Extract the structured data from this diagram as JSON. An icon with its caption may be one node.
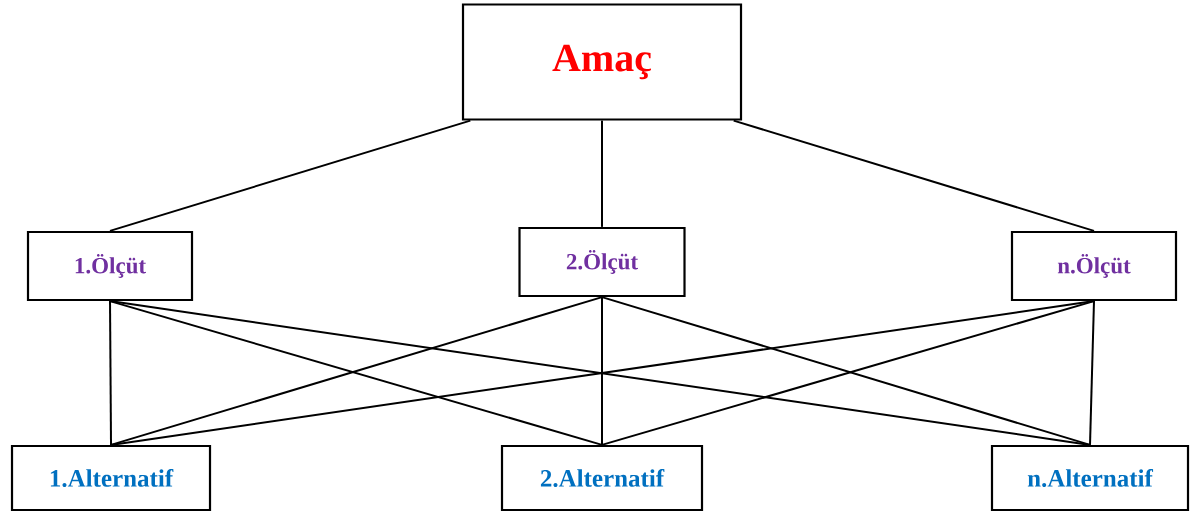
{
  "diagram": {
    "nodes": [
      {
        "text": [
          "Amaç"
        ]
      },
      {
        "text": [
          "1.Ölçüt"
        ]
      },
      {
        "text": [
          "2.Ölçüt"
        ]
      },
      {
        "text": [
          "n.Ölçüt"
        ]
      },
      {
        "text": [
          "1.Alternatif"
        ]
      },
      {
        "text": [
          "2.Alternatif"
        ]
      },
      {
        "text": [
          "n.Alternatif"
        ]
      }
    ],
    "edges": [
      {
        "from": 0,
        "to": 1,
        "arrow": "none"
      },
      {
        "from": 0,
        "to": 2,
        "arrow": "none"
      },
      {
        "from": 0,
        "to": 3,
        "arrow": "none"
      },
      {
        "from": 1,
        "to": 4,
        "arrow": "none"
      },
      {
        "from": 1,
        "to": 5,
        "arrow": "none"
      },
      {
        "from": 1,
        "to": 6,
        "arrow": "none"
      },
      {
        "from": 2,
        "to": 4,
        "arrow": "none"
      },
      {
        "from": 2,
        "to": 5,
        "arrow": "none"
      },
      {
        "from": 2,
        "to": 6,
        "arrow": "none"
      },
      {
        "from": 3,
        "to": 4,
        "arrow": "none"
      },
      {
        "from": 3,
        "to": 5,
        "arrow": "none"
      },
      {
        "from": 3,
        "to": 6,
        "arrow": "none"
      }
    ]
  }
}
